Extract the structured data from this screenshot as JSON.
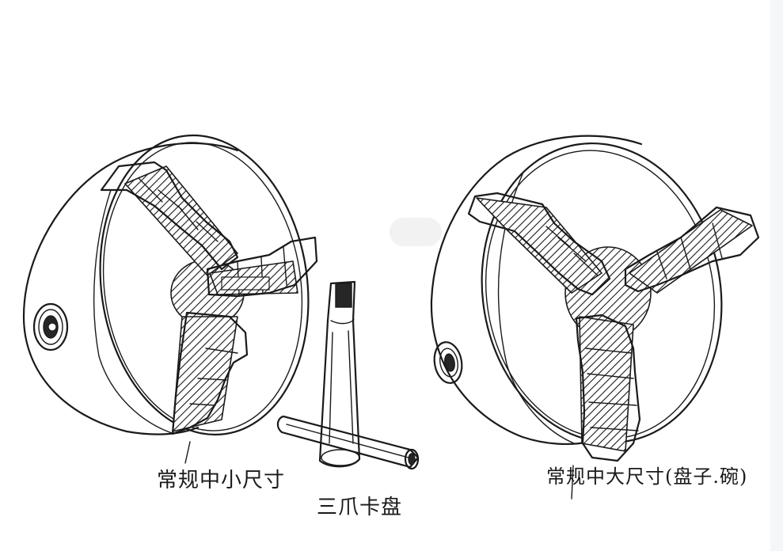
{
  "labels": {
    "left_chuck": "常规中小尺寸",
    "center_item": "三爪卡盘",
    "right_chuck": "常规中大尺寸(盘子.碗)"
  },
  "icons": {
    "left_chuck": "three-jaw-chuck-sketch",
    "right_chuck": "three-jaw-chuck-sketch",
    "chuck_key": "chuck-key-sketch"
  },
  "colors": {
    "ink": "#1a1a1a",
    "paper": "#ffffff",
    "edge_strip": "#f5f6f7"
  }
}
